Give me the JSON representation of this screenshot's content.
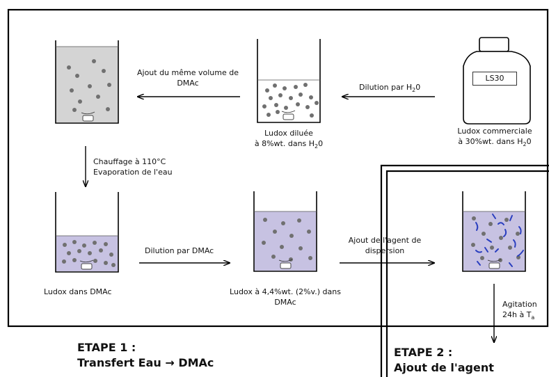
{
  "containers": {
    "ludox_dmac_mix": {
      "fill": "#d4d4d4"
    },
    "ludox_diluee": {
      "fill": "#ffffff"
    },
    "ludox_commerciale": {
      "fill": "#ffffff"
    },
    "ludox_dans_dmac": {
      "fill": "#c7c2e2"
    },
    "ludox_44": {
      "fill": "#c7c2e2"
    },
    "final_mix": {
      "fill": "#c7c2e2"
    }
  },
  "labels": {
    "ajout_volume_line1": "Ajout du même volume de",
    "ajout_volume_line2": "DMAc",
    "dilution_h2o": "Dilution par H",
    "dilution_h2o_sub": "2",
    "dilution_h2o_end": "0",
    "jar_tag": "LS30",
    "ludox_diluee_line1": "Ludox diluée",
    "ludox_diluee_line2": "à 8%wt. dans H",
    "ludox_diluee_sub": "2",
    "ludox_diluee_end": "0",
    "ludox_comm_line1": "Ludox commerciale",
    "ludox_comm_line2": "à 30%wt. dans H",
    "ludox_comm_sub": "2",
    "ludox_comm_end": "0",
    "chauffage_line1": "Chauffage à 110°C",
    "chauffage_line2": "Evaporation de l'eau",
    "dilution_dmac": "Dilution par DMAc",
    "ludox_dans_dmac": "Ludox dans DMAc",
    "ludox_44_line1": "Ludox à 4,4%wt. (2%v.) dans",
    "ludox_44_line2": "DMAc",
    "ajout_agent_line1": "Ajout de l'agent",
    "ajout_agent_line2": "de",
    "ajout_agent_line3": "dispersion",
    "agitation_line1": "Agitation",
    "agitation_line2": "24h à T",
    "agitation_sub": "a"
  },
  "stages": {
    "etape1_title": "ETAPE 1 :",
    "etape1_subtitle": "Transfert Eau → DMAc",
    "etape2_title": "ETAPE 2 :",
    "etape2_subtitle": "Ajout de l'agent"
  },
  "colors": {
    "particle": "#707070",
    "dispersant": "#2a3fbf",
    "outline": "#000000"
  }
}
